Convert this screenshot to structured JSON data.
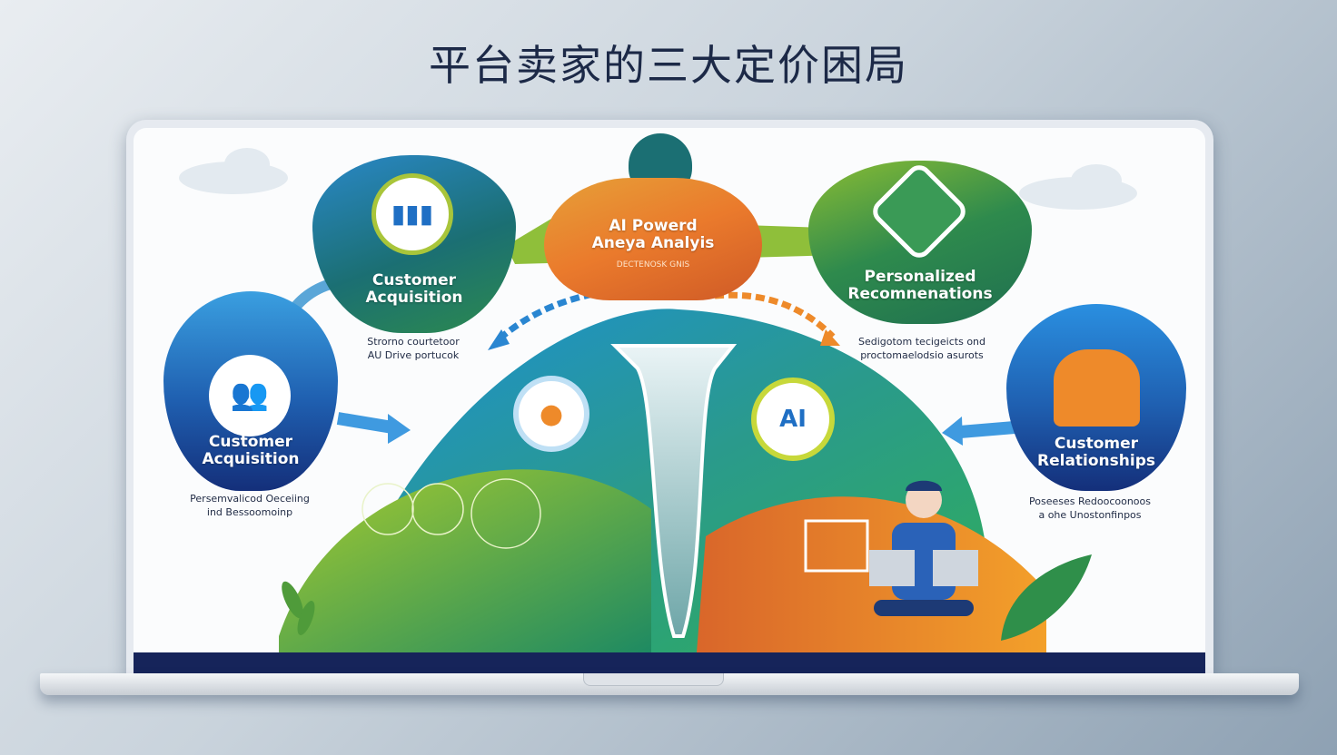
{
  "title": "平台卖家的三大定价困局",
  "nodes": {
    "top_left": {
      "line1": "Customer",
      "line2": "Acquisition"
    },
    "center": {
      "line1": "AI Powerd",
      "line2": "Aneya Analyis",
      "sub": "DECTENOSK GNIS"
    },
    "top_right": {
      "line1": "Personalized",
      "line2": "Recomnenations"
    },
    "left": {
      "line1": "Customer",
      "line2": "Acquisition"
    },
    "right": {
      "line1": "Customer",
      "line2": "Relationships"
    }
  },
  "captions": {
    "top_left": [
      "Strorno courtetoor",
      "AU Drive portucok"
    ],
    "top_right": [
      "Sedigotom tecigeicts ond",
      "proctomaelodsio asurots"
    ],
    "left": [
      "Persemvalicod Oeceiing",
      "ind Bessoomoinp"
    ],
    "right": [
      "Poseeses Redoocoonoos",
      "a ohe Unostonfinpos"
    ]
  },
  "badge_ai": "AI",
  "colors": {
    "navy": "#16245a",
    "blue": "#1f6fc4",
    "green": "#3aa35a",
    "orange": "#ee8a2a",
    "teal": "#1b6f73"
  }
}
